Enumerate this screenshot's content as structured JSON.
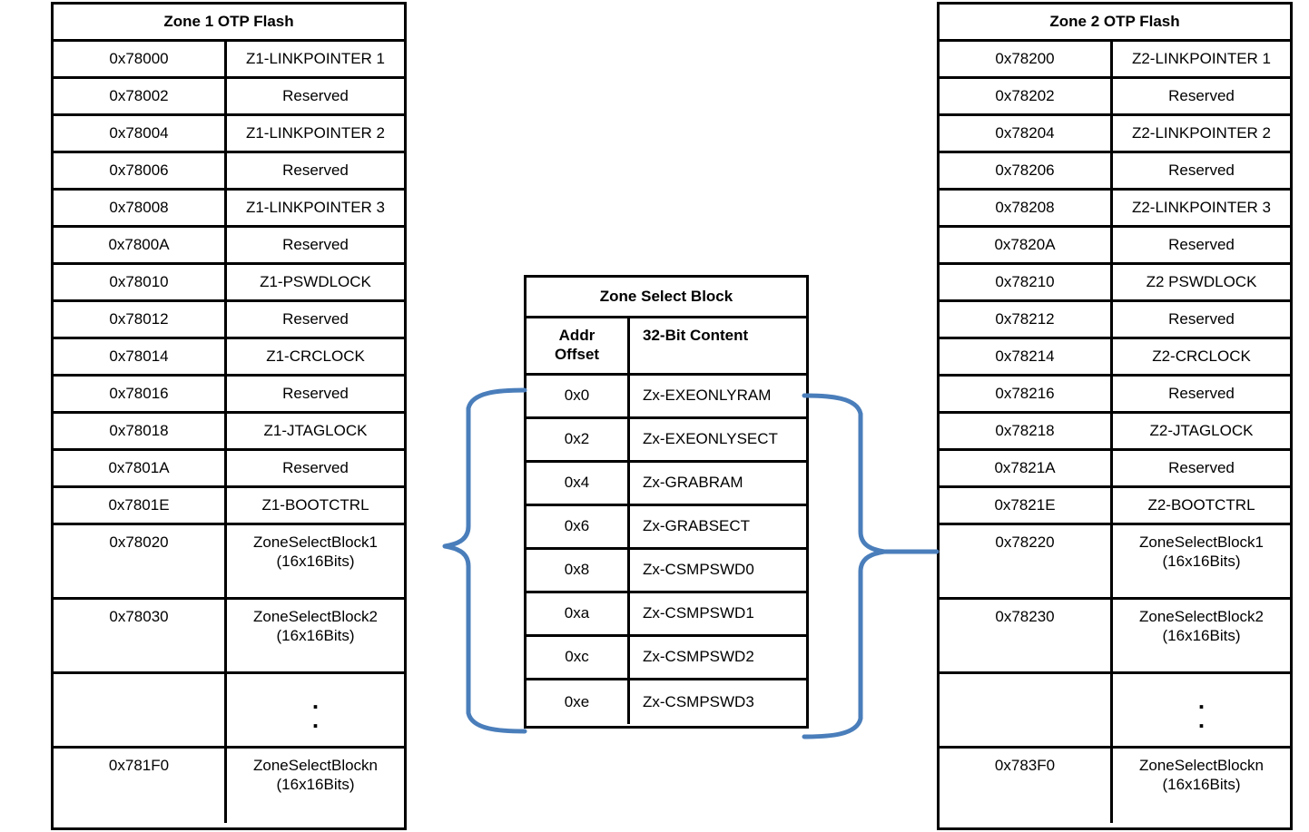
{
  "accent_color": "#4A7EBB",
  "border_color": "#000000",
  "zone1": {
    "title": "Zone 1 OTP Flash",
    "rows": [
      {
        "addr": "0x78000",
        "content": "Z1-LINKPOINTER 1"
      },
      {
        "addr": "0x78002",
        "content": "Reserved"
      },
      {
        "addr": "0x78004",
        "content": "Z1-LINKPOINTER 2"
      },
      {
        "addr": "0x78006",
        "content": "Reserved"
      },
      {
        "addr": "0x78008",
        "content": "Z1-LINKPOINTER 3"
      },
      {
        "addr": "0x7800A",
        "content": "Reserved"
      },
      {
        "addr": "0x78010",
        "content": "Z1-PSWDLOCK"
      },
      {
        "addr": "0x78012",
        "content": "Reserved"
      },
      {
        "addr": "0x78014",
        "content": "Z1-CRCLOCK"
      },
      {
        "addr": "0x78016",
        "content": "Reserved"
      },
      {
        "addr": "0x78018",
        "content": "Z1-JTAGLOCK"
      },
      {
        "addr": "0x7801A",
        "content": "Reserved"
      },
      {
        "addr": "0x7801E",
        "content": "Z1-BOOTCTRL"
      },
      {
        "addr": "0x78020",
        "content": "ZoneSelectBlock1\n(16x16Bits)"
      },
      {
        "addr": "0x78030",
        "content": "ZoneSelectBlock2\n(16x16Bits)"
      },
      {
        "addr": "",
        "content": ""
      },
      {
        "addr": "0x781F0",
        "content": "ZoneSelectBlockn\n(16x16Bits)"
      }
    ]
  },
  "zone2": {
    "title": "Zone 2 OTP Flash",
    "rows": [
      {
        "addr": "0x78200",
        "content": "Z2-LINKPOINTER 1"
      },
      {
        "addr": "0x78202",
        "content": "Reserved"
      },
      {
        "addr": "0x78204",
        "content": "Z2-LINKPOINTER 2"
      },
      {
        "addr": "0x78206",
        "content": "Reserved"
      },
      {
        "addr": "0x78208",
        "content": "Z2-LINKPOINTER 3"
      },
      {
        "addr": "0x7820A",
        "content": "Reserved"
      },
      {
        "addr": "0x78210",
        "content": "Z2 PSWDLOCK"
      },
      {
        "addr": "0x78212",
        "content": "Reserved"
      },
      {
        "addr": "0x78214",
        "content": "Z2-CRCLOCK"
      },
      {
        "addr": "0x78216",
        "content": "Reserved"
      },
      {
        "addr": "0x78218",
        "content": "Z2-JTAGLOCK"
      },
      {
        "addr": "0x7821A",
        "content": "Reserved"
      },
      {
        "addr": "0x7821E",
        "content": "Z2-BOOTCTRL"
      },
      {
        "addr": "0x78220",
        "content": "ZoneSelectBlock1\n(16x16Bits)"
      },
      {
        "addr": "0x78230",
        "content": "ZoneSelectBlock2\n(16x16Bits)"
      },
      {
        "addr": "",
        "content": ""
      },
      {
        "addr": "0x783F0",
        "content": "ZoneSelectBlockn\n(16x16Bits)"
      }
    ]
  },
  "zone_select_block": {
    "title": "Zone Select Block",
    "header": {
      "addr": "Addr\nOffset",
      "content": "32-Bit Content"
    },
    "rows": [
      {
        "addr": "0x0",
        "content": "Zx-EXEONLYRAM"
      },
      {
        "addr": "0x2",
        "content": "Zx-EXEONLYSECT"
      },
      {
        "addr": "0x4",
        "content": "Zx-GRABRAM"
      },
      {
        "addr": "0x6",
        "content": "Zx-GRABSECT"
      },
      {
        "addr": "0x8",
        "content": "Zx-CSMPSWD0"
      },
      {
        "addr": "0xa",
        "content": "Zx-CSMPSWD1"
      },
      {
        "addr": "0xc",
        "content": "Zx-CSMPSWD2"
      },
      {
        "addr": "0xe",
        "content": "Zx-CSMPSWD3"
      }
    ]
  },
  "connectors": {
    "left_brace_label": "left-brace-connector",
    "right_brace_label": "right-brace-connector"
  }
}
